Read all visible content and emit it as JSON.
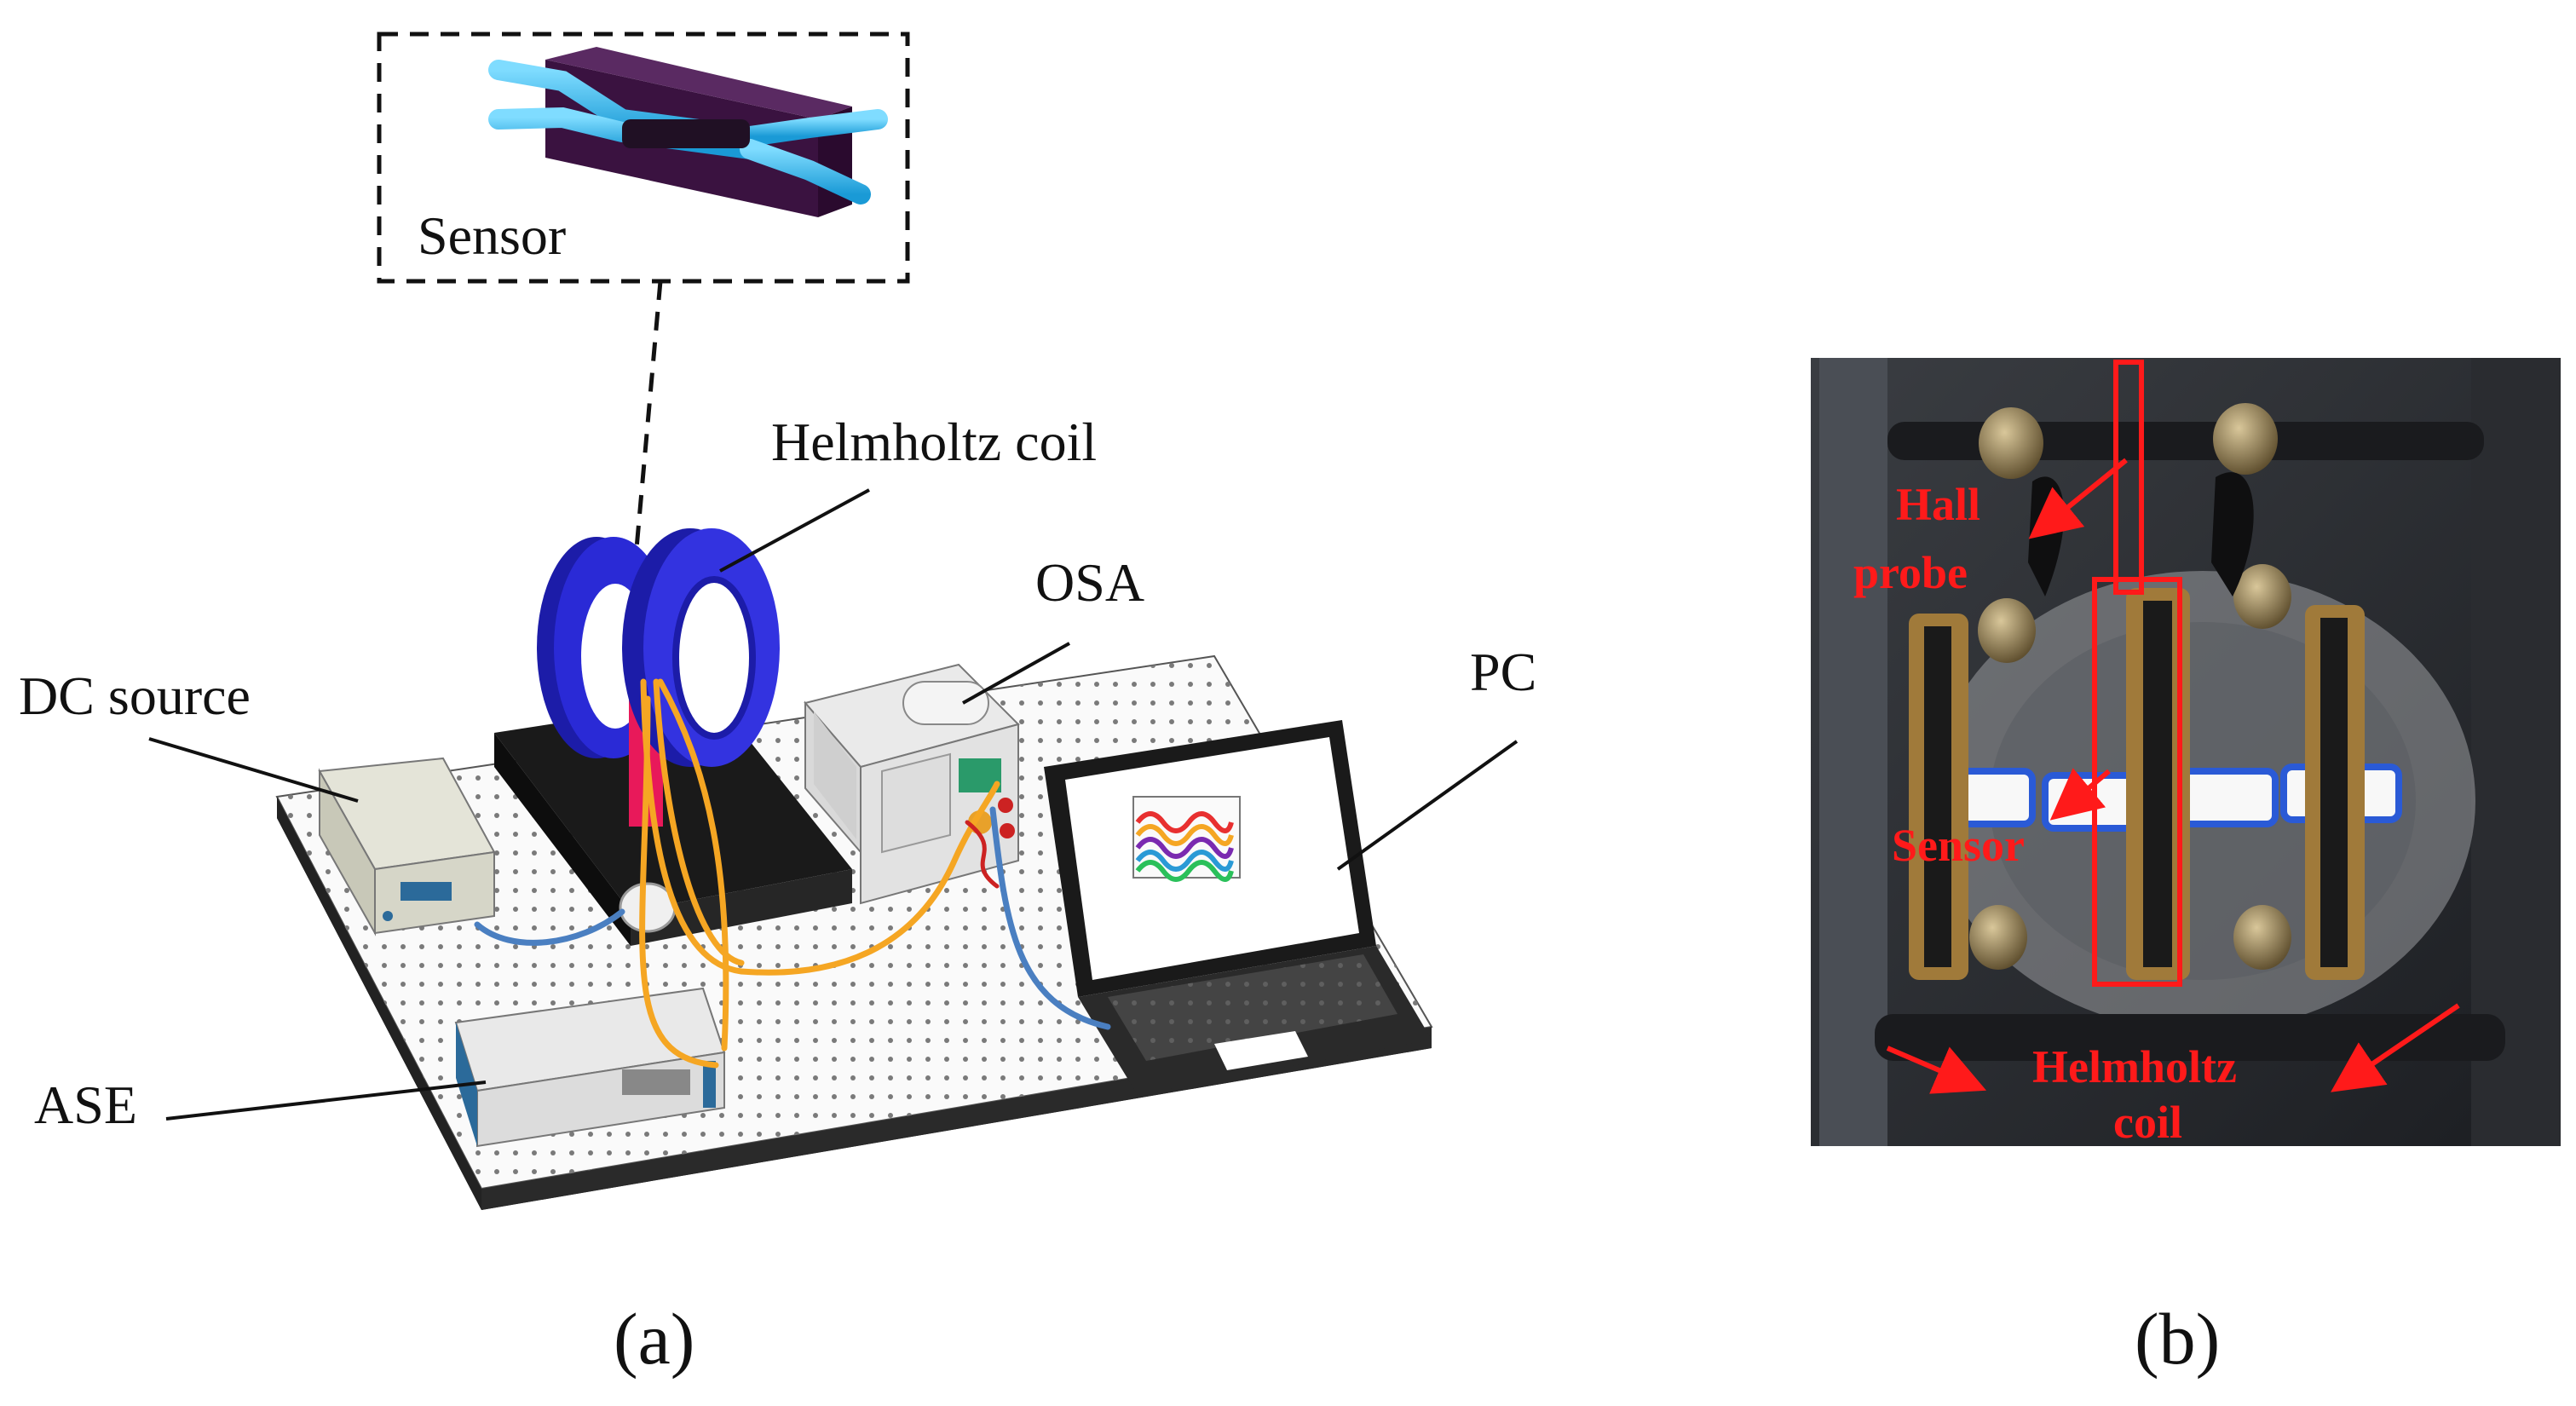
{
  "figure_a": {
    "inset_label": "Sensor",
    "labels": {
      "helmholtz_coil": "Helmholtz coil",
      "osa": "OSA",
      "dc_source": "DC source",
      "pc": "PC",
      "ase": "ASE"
    },
    "caption": "(a)"
  },
  "figure_b": {
    "labels": {
      "hall_probe_line1": "Hall",
      "hall_probe_line2": "probe",
      "sensor": "Sensor",
      "helmholtz_line1": "Helmholtz",
      "helmholtz_line2": "coil"
    },
    "caption": "(b)"
  },
  "colors": {
    "coil_blue": "#2a2ad6",
    "fiber_orange": "#f5a623",
    "fiber_blue": "#4a7fc1",
    "annotation_red": "#ff1a1a",
    "sensor_purple": "#3a1240",
    "fiber_cyan": "#2fb3e8"
  }
}
